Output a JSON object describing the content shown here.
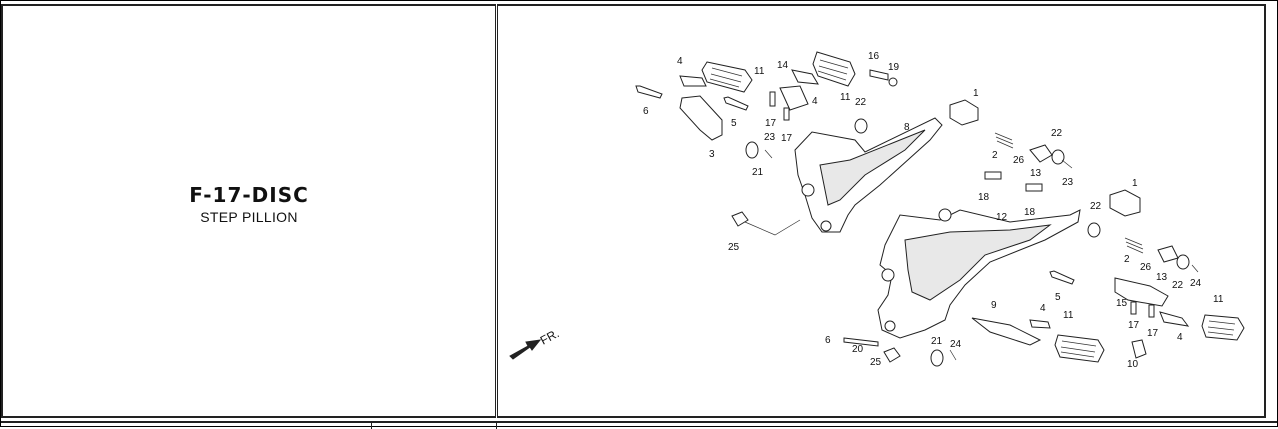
{
  "header": {
    "code": "F-17-DISC",
    "title": "STEP PILLION"
  },
  "diagram": {
    "direction_label": "FR.",
    "callouts": [
      "1",
      "1",
      "2",
      "2",
      "3",
      "4",
      "4",
      "4",
      "4",
      "5",
      "5",
      "6",
      "6",
      "8",
      "9",
      "10",
      "11",
      "11",
      "11",
      "11",
      "12",
      "13",
      "13",
      "14",
      "15",
      "16",
      "17",
      "17",
      "17",
      "17",
      "18",
      "18",
      "19",
      "20",
      "21",
      "21",
      "22",
      "22",
      "22",
      "22",
      "23",
      "23",
      "24",
      "24",
      "25",
      "25",
      "26",
      "26"
    ]
  }
}
